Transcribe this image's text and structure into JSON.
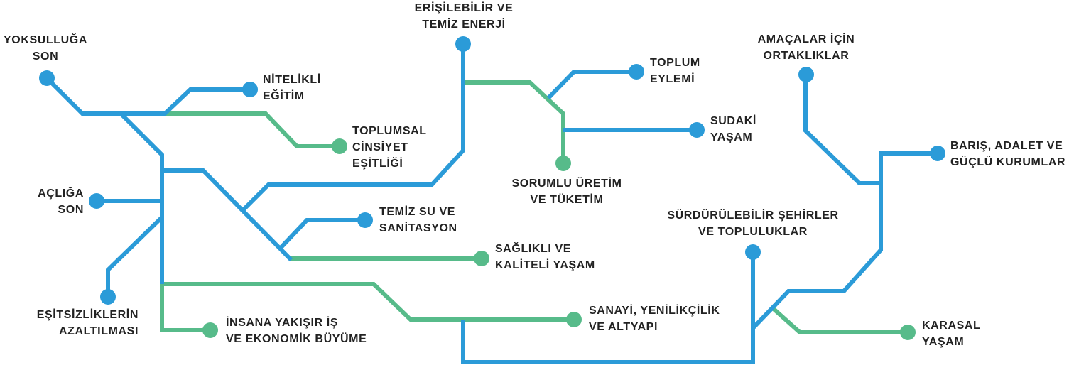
{
  "colors": {
    "blue": "#2b9bd8",
    "green": "#57bb8a"
  },
  "goals": {
    "g1": [
      "YOKSULLUĞA",
      "SON"
    ],
    "g2": [
      "AÇLIĞA",
      "SON"
    ],
    "g3": [
      "SAĞLIKLI VE",
      "KALİTELİ YAŞAM"
    ],
    "g4": [
      "NİTELİKLİ",
      "EĞİTİM"
    ],
    "g5": [
      "TOPLUMSAL",
      "CİNSİYET",
      "EŞİTLİĞİ"
    ],
    "g6": [
      "TEMİZ SU VE",
      "SANİTASYON"
    ],
    "g7": [
      "ERİŞİLEBİLİR VE",
      "TEMİZ ENERJİ"
    ],
    "g8": [
      "İNSANA YAKIŞIR İŞ",
      "VE EKONOMİK BÜYÜME"
    ],
    "g9": [
      "SANAYİ, YENİLİKÇİLİK",
      "VE ALTYAPI"
    ],
    "g10": [
      "EŞİTSİZLİKLERİN",
      "AZALTILMASI"
    ],
    "g11": [
      "SÜRDÜRÜLEBİLİR ŞEHİRLER",
      "VE TOPLULUKLAR"
    ],
    "g12": [
      "SORUMLU ÜRETİM",
      "VE TÜKETİM"
    ],
    "g13": [
      "TOPLUM",
      "EYLEMİ"
    ],
    "g14": [
      "SUDAKİ",
      "YAŞAM"
    ],
    "g15": [
      "KARASAL",
      "YAŞAM"
    ],
    "g16": [
      "BARIŞ, ADALET VE",
      "GÜÇLÜ KURUMLAR"
    ],
    "g17": [
      "AMAÇALAR İÇİN",
      "ORTAKLIKLAR"
    ]
  }
}
